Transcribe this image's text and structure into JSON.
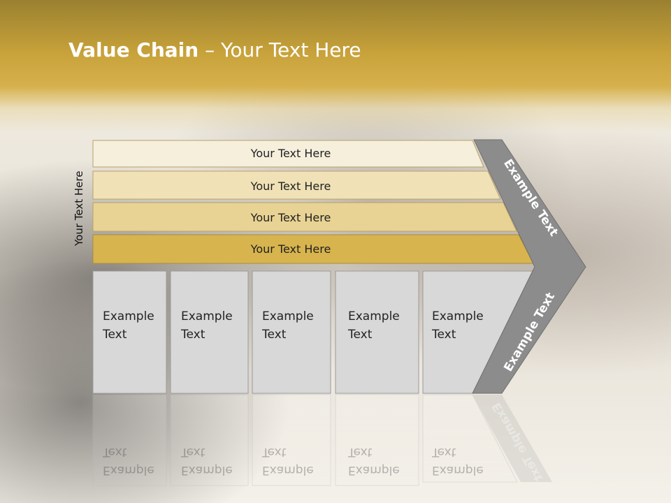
{
  "slide": {
    "title_bold": "Value Chain",
    "title_rest": " – Your Text Here",
    "vertical_label": "Your Text Here"
  },
  "bars": [
    {
      "label": "Your Text Here",
      "color": "#f5efdc"
    },
    {
      "label": "Your Text Here",
      "color": "#f0e2b6"
    },
    {
      "label": "Your Text Here",
      "color": "#e8d394"
    },
    {
      "label": "Your Text Here",
      "color": "#d8b44e"
    }
  ],
  "columns": [
    {
      "line1": "Example",
      "line2": "Text"
    },
    {
      "line1": "Example",
      "line2": "Text"
    },
    {
      "line1": "Example",
      "line2": "Text"
    },
    {
      "line1": "Example",
      "line2": "Text"
    },
    {
      "line1": "Example",
      "line2": "Text"
    }
  ],
  "chevron": {
    "upper_label": "Example Text",
    "lower_label": "Example Text",
    "color": "#8c8c8c"
  }
}
